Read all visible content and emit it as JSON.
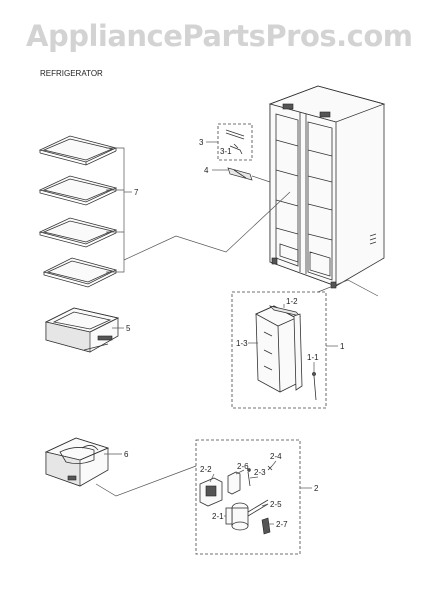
{
  "watermark": "AppliancePartsPros.com",
  "diagram_title": "REFRIGERATOR",
  "callouts": {
    "c1": "1",
    "c1_1": "1-1",
    "c1_2": "1-2",
    "c1_3": "1-3",
    "c2": "2",
    "c2_1": "2-1",
    "c2_2": "2-2",
    "c2_3": "2-3",
    "c2_4": "2-4",
    "c2_5": "2-5",
    "c2_6": "2-6",
    "c2_7": "2-7",
    "c3": "3",
    "c3_1": "3-1",
    "c4": "4",
    "c5": "5",
    "c6": "6",
    "c7": "7"
  }
}
